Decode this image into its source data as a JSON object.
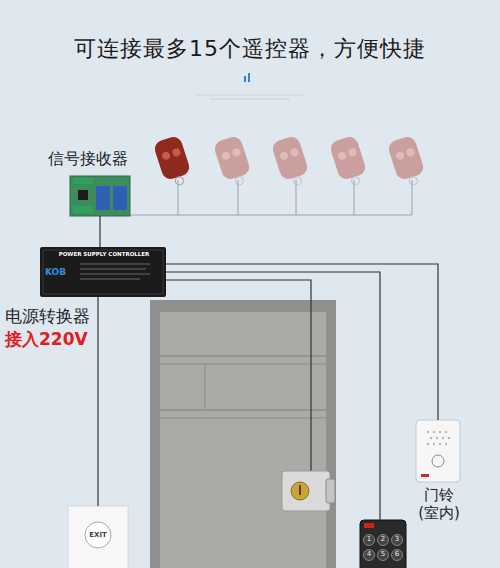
{
  "diagram": {
    "title": "可连接最多15个遥控器，方便快捷",
    "nodes": [
      {
        "text": [
          "信号接收器"
        ]
      },
      {
        "text": [
          "电源转换器",
          "接入220V",
          "POWER SUPPLY CONTROLLER",
          "KOB"
        ]
      },
      {
        "text": [
          "门铃 (室内)"
        ]
      },
      {
        "text": [
          "EXIT"
        ]
      },
      {
        "text": [
          "1",
          "2",
          "3",
          "4",
          "5",
          "6"
        ]
      }
    ],
    "edges": [
      {
        "from": 0,
        "to": 1,
        "arrow": "none"
      },
      {
        "from": 1,
        "to": 2,
        "arrow": "none"
      },
      {
        "from": 1,
        "to": 4,
        "arrow": "none"
      },
      {
        "from": 1,
        "to": 3,
        "arrow": "none"
      }
    ]
  }
}
